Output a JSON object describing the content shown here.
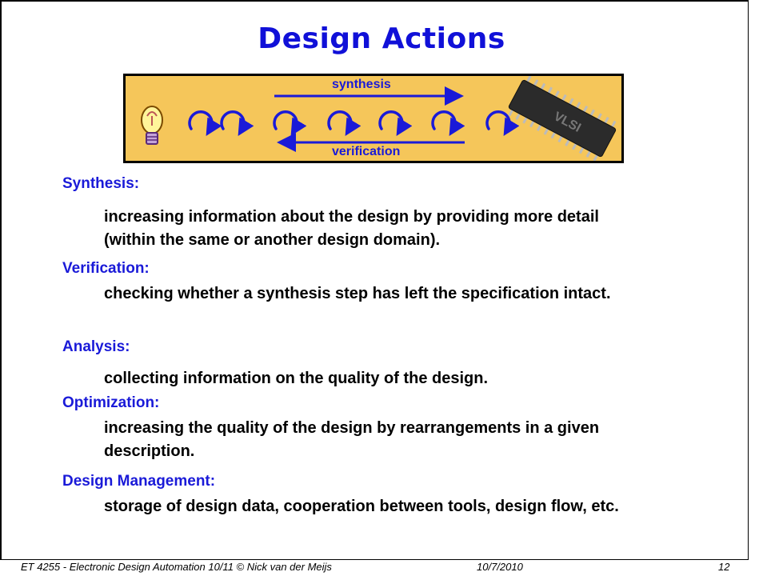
{
  "slide": {
    "title": "Design Actions",
    "banner": {
      "synthesis_label": "synthesis",
      "verification_label": "verification",
      "left_image": "lightbulb-icon",
      "right_image": "vlsi-chip-icon",
      "chip_text": "VLSI"
    },
    "items": [
      {
        "term": "Synthesis:",
        "description": "increasing information about the design by providing more detail (within the same or another design domain)."
      },
      {
        "term": "Verification:",
        "description": "checking whether a synthesis step has left the specification intact."
      },
      {
        "term": "Analysis:",
        "description": "collecting information on the quality of the design."
      },
      {
        "term": "Optimization:",
        "description": "increasing the quality of the design by rearrangements in a given description."
      },
      {
        "term": "Design Management:",
        "description": "storage of design data, cooperation between tools, design flow, etc."
      }
    ],
    "footer": {
      "course": "ET 4255 - Electronic Design Automation 10/11 © Nick van der Meijs",
      "date": "10/7/2010",
      "page": "12"
    }
  },
  "colors": {
    "title": "#1010d8",
    "term": "#1a1ad8",
    "banner_bg": "#f5c65a"
  }
}
